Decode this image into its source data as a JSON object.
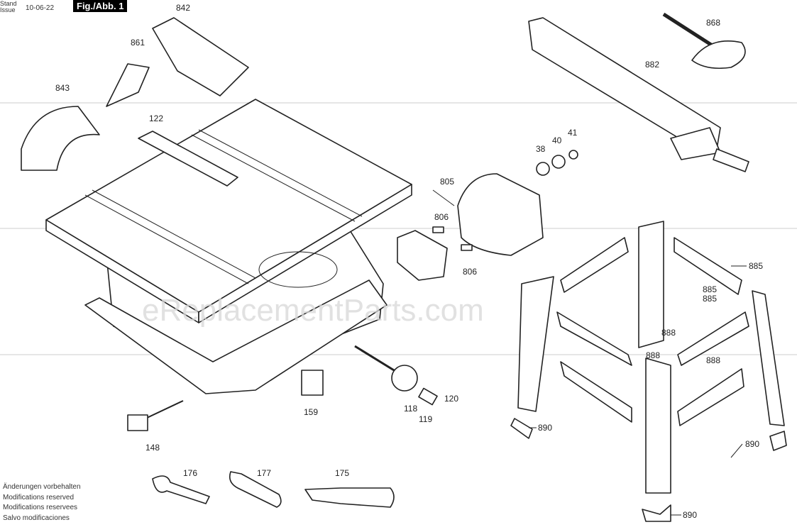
{
  "header": {
    "stand_label": "Stand",
    "issue_label": "Issue",
    "date": "10-06-22",
    "figure": "Fig./Abb. 1"
  },
  "footer": [
    "Änderungen vorbehalten",
    "Modifications reserved",
    "Modifications reservees",
    "Salvo modificaciones"
  ],
  "watermark": "eReplacementParts.com",
  "parts": {
    "p842": "842",
    "p861": "861",
    "p843": "843",
    "p122": "122",
    "p868": "868",
    "p882": "882",
    "p38": "38",
    "p40": "40",
    "p41": "41",
    "p805": "805",
    "p806a": "806",
    "p806b": "806",
    "p885a": "885",
    "p885b": "885",
    "p885c": "885",
    "p888a": "888",
    "p888b": "888",
    "p888c": "888",
    "p159": "159",
    "p118": "118",
    "p119": "119",
    "p120": "120",
    "p148": "148",
    "p890a": "890",
    "p890b": "890",
    "p890c": "890",
    "p176": "176",
    "p177": "177",
    "p175": "175"
  }
}
